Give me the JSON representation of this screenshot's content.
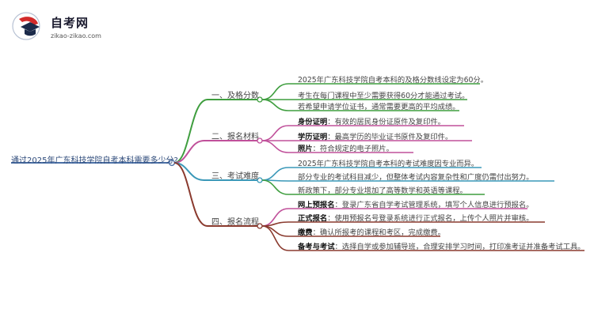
{
  "logo": {
    "name_cn": "自考网",
    "domain": "zikao-zikao.com"
  },
  "root": "通过2025年广东科技学院自考本科需要多少分?",
  "branches": [
    {
      "label": "一、及格分数",
      "color": "#3f9e3f",
      "leaves": [
        {
          "text": "2025年广东科技学院自考本科的及格分数线设定为60分。"
        },
        {
          "text": "考生在每门课程中至少需要获得60分才能通过考试。"
        },
        {
          "text": "若希望申请学位证书，通常需要更高的平均成绩。"
        }
      ]
    },
    {
      "label": "二、报名材料",
      "color": "#c0509a",
      "leaves": [
        {
          "bold": "身份证明",
          "text": "：有效的居民身份证原件及复印件。"
        },
        {
          "bold": "学历证明",
          "text": "：最高学历的毕业证书原件及复印件。"
        },
        {
          "bold": "照片",
          "text": "：符合规定的电子照片。"
        }
      ]
    },
    {
      "label": "三、考试难度",
      "color": "#3a98b8",
      "leaves": [
        {
          "text": "2025年广东科技学院自考本科的考试难度因专业而异。"
        },
        {
          "text": "部分专业的考试科目减少，但整体考试内容复杂性和广度仍需付出努力。"
        },
        {
          "text": "新政策下，部分专业增加了高等数学和英语等课程。"
        }
      ]
    },
    {
      "label": "四、报名流程",
      "color": "#8a3a2e",
      "leaves": [
        {
          "bold": "网上预报名",
          "text": "：登录广东省自学考试管理系统，填写个人信息进行预报名。"
        },
        {
          "bold": "正式报名",
          "text": "：使用预报名号登录系统进行正式报名，上传个人照片并审核。"
        },
        {
          "bold": "缴费",
          "text": "：确认所报考的课程和考区，完成缴费。"
        },
        {
          "bold": "备考与考试",
          "text": "：选择自学或参加辅导班，合理安排学习时间，打印准考证并准备考试工具。"
        }
      ]
    }
  ]
}
